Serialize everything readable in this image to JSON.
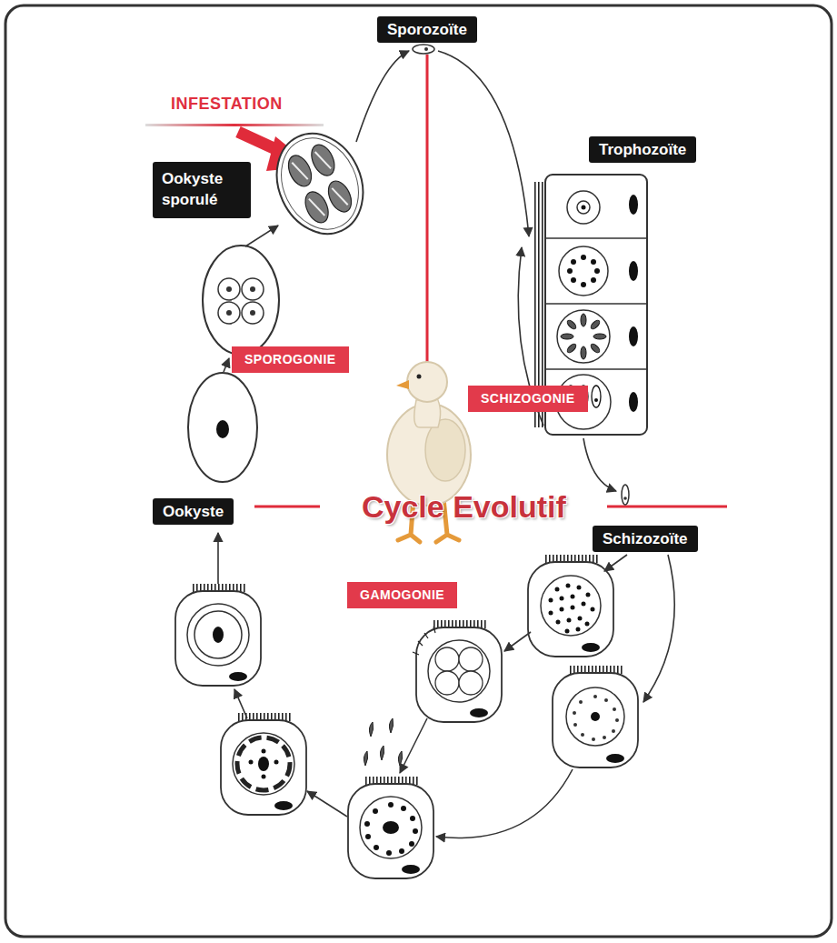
{
  "diagram": {
    "title": "Cycle Evolutif",
    "nodes": [
      {
        "text": [
          "Sporozoïte"
        ]
      },
      {
        "text": [
          "Trophozoïte"
        ]
      },
      {
        "text": [
          "Ookyste sporulé"
        ]
      },
      {
        "text": [
          "SPOROGONIE"
        ]
      },
      {
        "text": [
          "SCHIZOGONIE"
        ]
      },
      {
        "text": [
          "Ookyste"
        ]
      },
      {
        "text": [
          "Schizozoïte"
        ]
      },
      {
        "text": [
          "GAMOGONIE"
        ]
      }
    ],
    "labels": [
      "INFESTATION"
    ]
  }
}
